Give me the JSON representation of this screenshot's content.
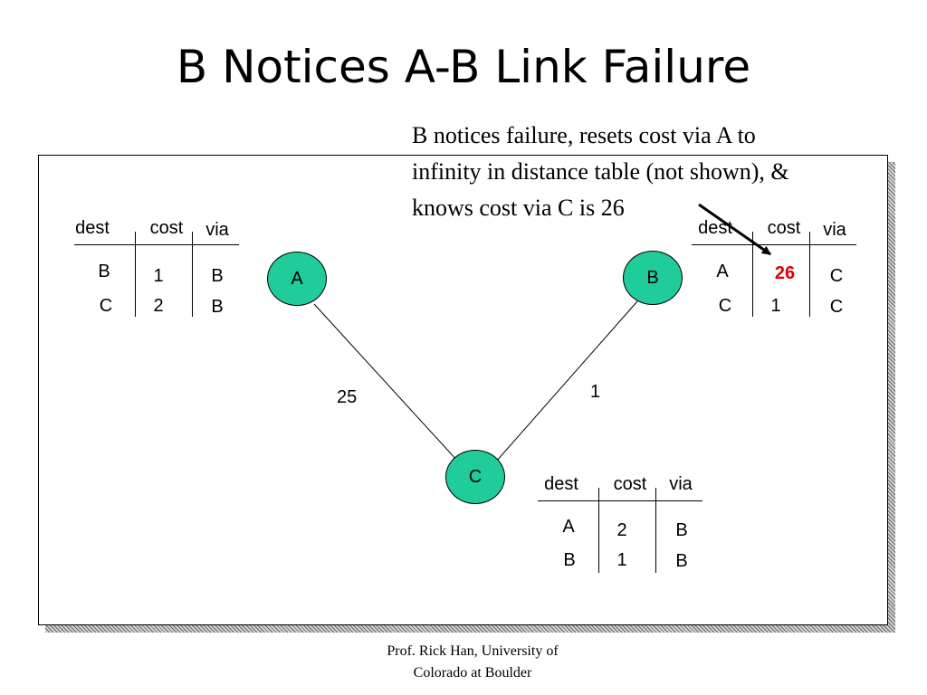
{
  "title": "B Notices A-B Link Failure",
  "callout": {
    "line1": "B notices failure, resets cost via A to",
    "line2": "infinity in distance table (not shown), &",
    "line3": "knows cost via C is 26"
  },
  "nodes": {
    "a": "A",
    "b": "B",
    "c": "C"
  },
  "links": {
    "a_c_cost": "25",
    "b_c_cost": "1"
  },
  "headers": {
    "dest": "dest",
    "cost": "cost",
    "via": "via"
  },
  "tables": {
    "a": {
      "rows": [
        {
          "dest": "B",
          "cost": "1",
          "via": "B"
        },
        {
          "dest": "C",
          "cost": "2",
          "via": "B"
        }
      ]
    },
    "b": {
      "rows": [
        {
          "dest": "A",
          "cost": "26",
          "via": "C"
        },
        {
          "dest": "C",
          "cost": "1",
          "via": "C"
        }
      ]
    },
    "c": {
      "rows": [
        {
          "dest": "A",
          "cost": "2",
          "via": "B"
        },
        {
          "dest": "B",
          "cost": "1",
          "via": "B"
        }
      ]
    }
  },
  "colors": {
    "node_fill": "#20cc9a",
    "highlight": "#e00000"
  },
  "footer": {
    "line1": "Prof. Rick Han, University of",
    "line2": "Colorado at Boulder"
  }
}
